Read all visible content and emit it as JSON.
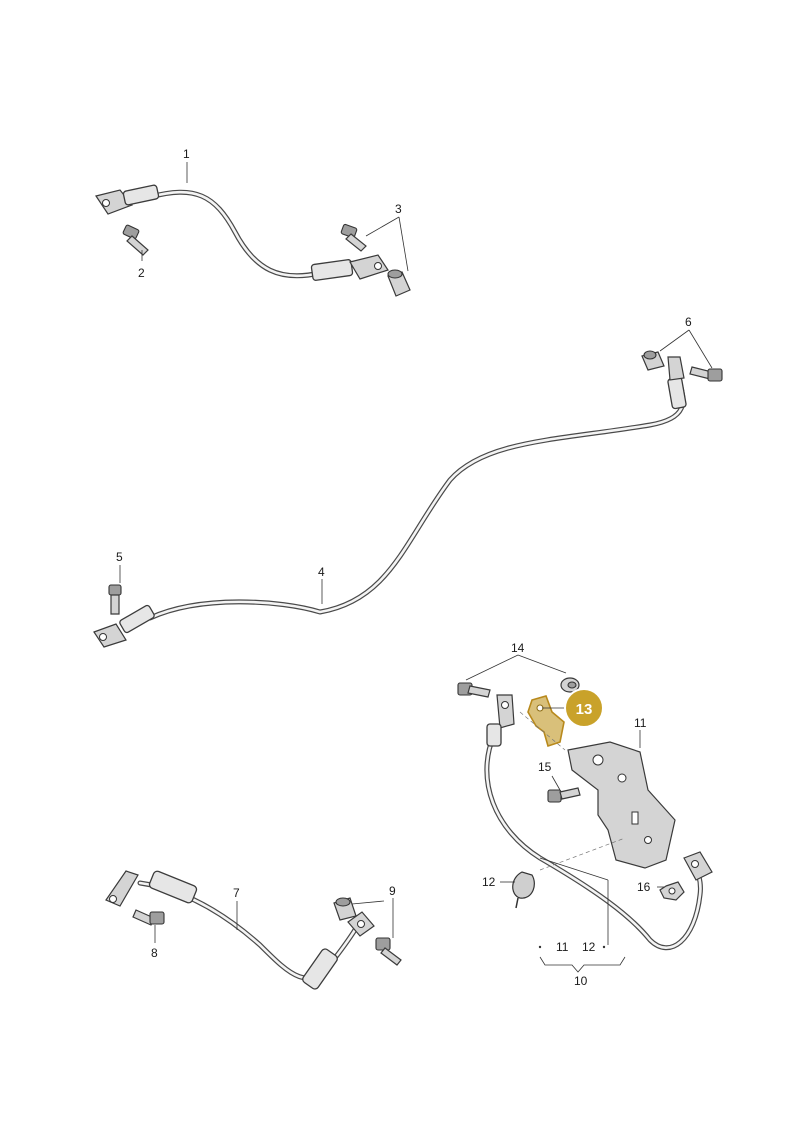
{
  "labels": {
    "p1": "1",
    "p2": "2",
    "p3": "3",
    "p4": "4",
    "p5": "5",
    "p6": "6",
    "p7": "7",
    "p8": "8",
    "p9": "9",
    "p10": "10",
    "p11": "11",
    "p12": "12",
    "p14": "14",
    "p15": "15",
    "p16": "16",
    "p11b": "11",
    "p12b": "12",
    "highlight": "13"
  },
  "colors": {
    "highlight_fill": "#c9a22a",
    "highlight_text": "#ffffff",
    "line": "#333333"
  }
}
